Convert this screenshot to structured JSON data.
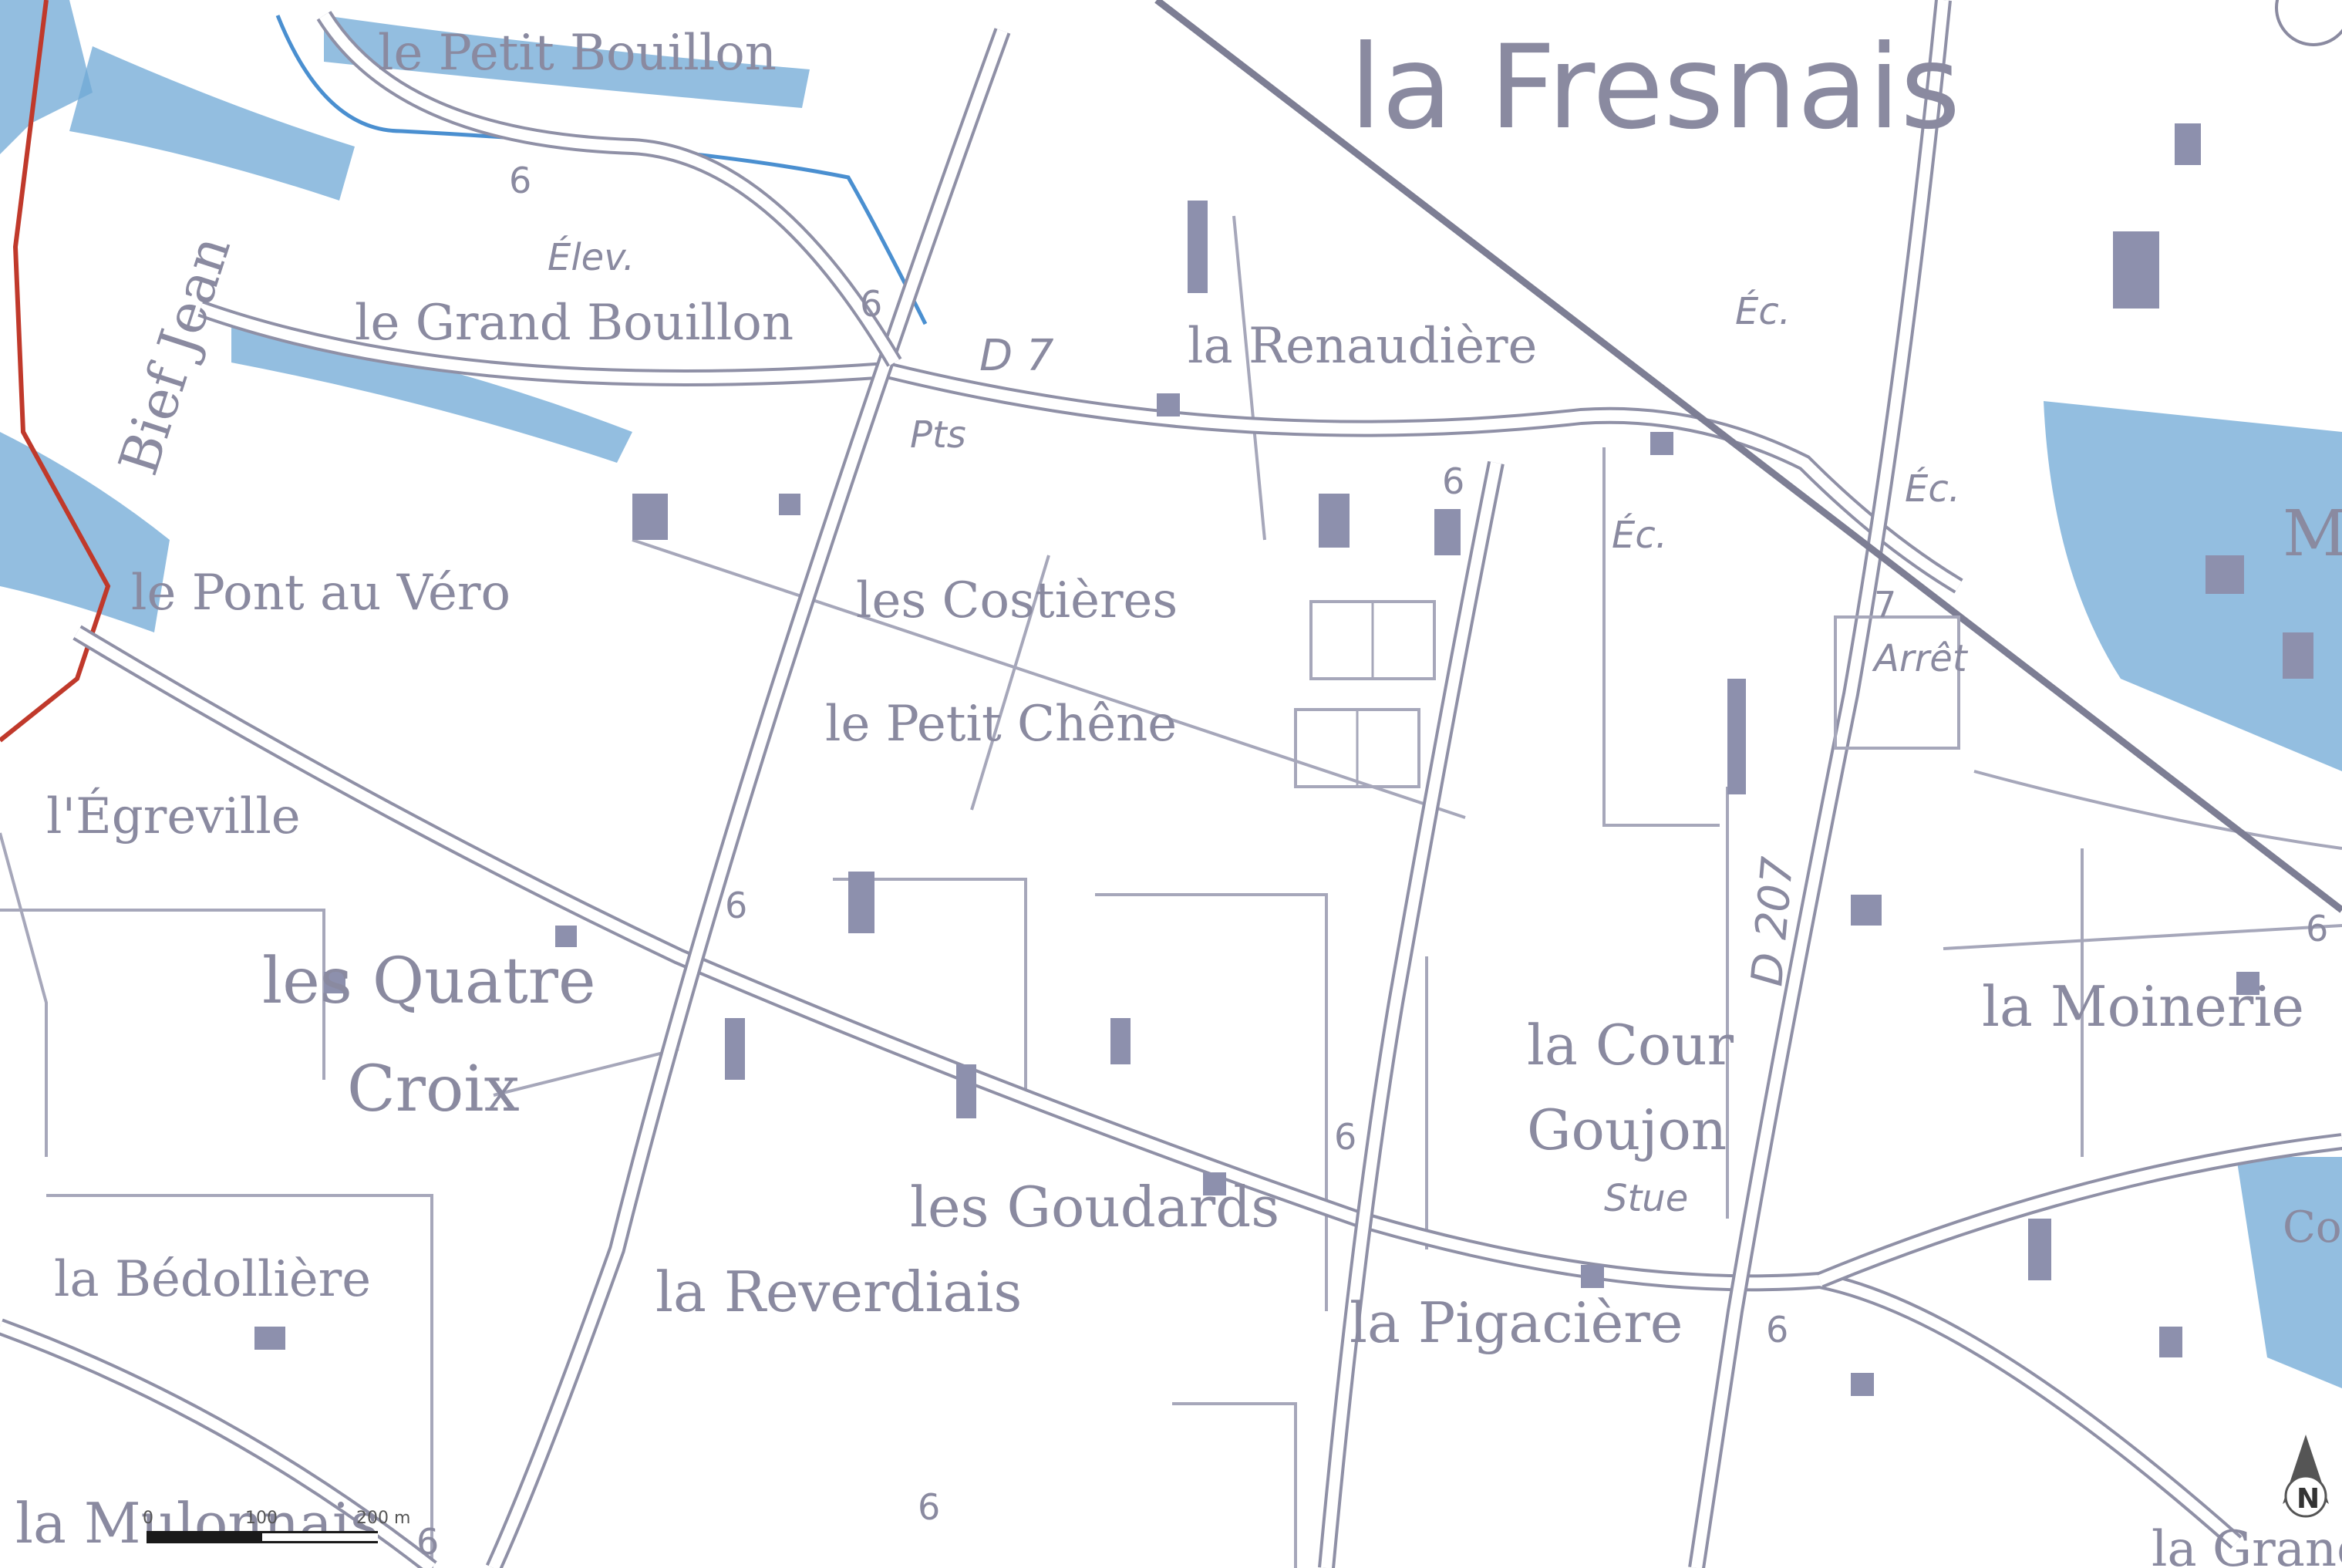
{
  "map": {
    "town_name": "la Fresnais",
    "places": {
      "petit_bouillon": "le Petit Bouillon",
      "grand_bouillon": "le Grand Bouillon",
      "renaudiere": "la Renaudière",
      "costieres": "les Costières",
      "petit_chene": "le Petit Chêne",
      "pont_au_vero": "le Pont au Véro",
      "egreville": "l'Égreville",
      "quatre": "les Quatre",
      "croix": "Croix",
      "goudards": "les Goudards",
      "reverdiais": "la Reverdiais",
      "bedolliere": "la Bédollière",
      "pigaciere": "la Pigacière",
      "cour": "la Cour",
      "goujon": "Goujon",
      "moinerie": "la Moinerie",
      "mulonnais": "la Mulonnais",
      "grande": "la Grande",
      "bief_jean": "Bief Jean",
      "m_partial": "M",
      "co_partial": "Co"
    },
    "small_labels": {
      "elev": "Élev.",
      "pts": "Pts",
      "ec1": "Éc.",
      "ec2": "Éc.",
      "ec3": "Éc.",
      "arret": "Arrêt",
      "stue": "Stue"
    },
    "roads": {
      "d7": "D 7",
      "d207": "D 207"
    },
    "elevations": [
      "6",
      "6",
      "6",
      "6",
      "6",
      "6",
      "6",
      "6",
      "7",
      "6"
    ],
    "scale_bar": {
      "labels": [
        "0",
        "100",
        "200 m"
      ]
    },
    "north_arrow_label": "N",
    "colors": {
      "water": "#6fa8d6",
      "road": "#8f90a6",
      "building": "#8d90ad",
      "boundary": "#c0392b",
      "text": "#8a8aa0"
    }
  }
}
